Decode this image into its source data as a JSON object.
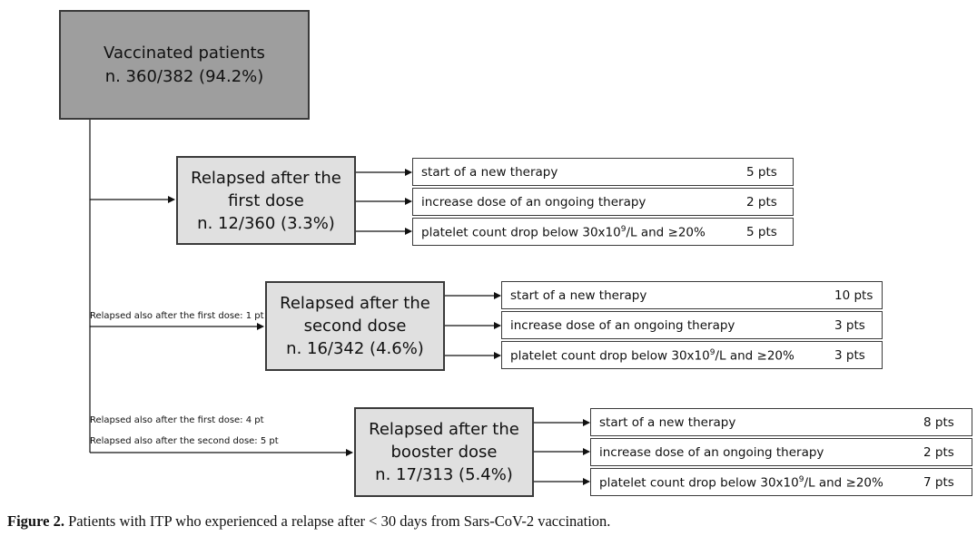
{
  "root": {
    "line1": "Vaccinated patients",
    "line2": "n. 360/382 (94.2%)"
  },
  "groups": [
    {
      "line1": "Relapsed after the",
      "line2": "first dose",
      "line3": "n. 12/360 (3.3%)",
      "notes": [],
      "outcomes": [
        {
          "text": "start of a new therapy",
          "count": "5 pts"
        },
        {
          "text": "increase dose of an ongoing therapy",
          "count": "2 pts"
        },
        {
          "text_before": "platelet count drop below 30x10",
          "sup": "9",
          "text_after": "/L and ≥20%",
          "count": "5 pts"
        }
      ]
    },
    {
      "line1": "Relapsed after the",
      "line2": "second dose",
      "line3": "n. 16/342 (4.6%)",
      "notes": [
        "Relapsed also after the first dose: 1 pt"
      ],
      "outcomes": [
        {
          "text": "start of a new therapy",
          "count": "10 pts"
        },
        {
          "text": "increase dose of an ongoing therapy",
          "count": "3 pts"
        },
        {
          "text_before": "platelet count drop below 30x10",
          "sup": "9",
          "text_after": "/L and ≥20%",
          "count": "3 pts"
        }
      ]
    },
    {
      "line1": "Relapsed after the",
      "line2": "booster dose",
      "line3": "n. 17/313 (5.4%)",
      "notes": [
        "Relapsed also after the first dose: 4 pt",
        "Relapsed also after the second dose: 5 pt"
      ],
      "outcomes": [
        {
          "text": "start of a new therapy",
          "count": "8 pts"
        },
        {
          "text": "increase dose of an ongoing therapy",
          "count": "2 pts"
        },
        {
          "text_before": "platelet count drop below 30x10",
          "sup": "9",
          "text_after": "/L and ≥20%",
          "count": "7 pts"
        }
      ]
    }
  ],
  "caption": {
    "label": "Figure 2.",
    "text": " Patients with ITP who experienced a relapse after < 30 days from Sars-CoV-2 vaccination."
  }
}
